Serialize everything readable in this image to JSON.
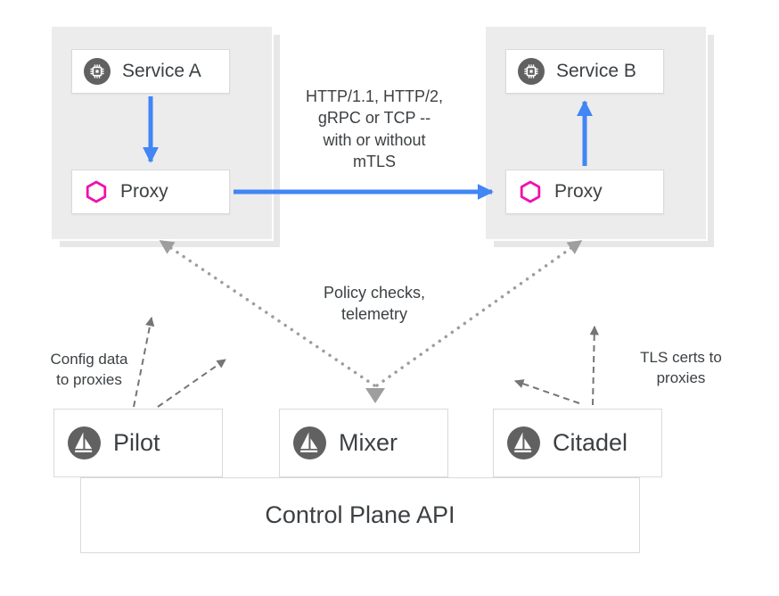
{
  "pods": {
    "left": {
      "service": "Service A",
      "proxy": "Proxy"
    },
    "right": {
      "service": "Service B",
      "proxy": "Proxy"
    }
  },
  "annotations": {
    "http": "HTTP/1.1, HTTP/2,\ngRPC or TCP --\nwith or without\nmTLS",
    "policy": "Policy checks,\ntelemetry",
    "config": "Config data\nto proxies",
    "tls": "TLS certs to\nproxies"
  },
  "control_plane": {
    "components": [
      {
        "label": "Pilot"
      },
      {
        "label": "Mixer"
      },
      {
        "label": "Citadel"
      }
    ],
    "api_label": "Control Plane API"
  },
  "colors": {
    "arrow_blue": "#4285f4",
    "proxy_magenta": "#ee11b0",
    "icon_gray": "#616161",
    "dotted_gray": "#9e9e9e",
    "dashed_gray": "#757575",
    "pod_gray": "#ececec",
    "text": "#3c4043"
  },
  "icons": {
    "service": "chip-icon",
    "proxy": "hexagon-icon",
    "component": "istio-sail-icon"
  }
}
